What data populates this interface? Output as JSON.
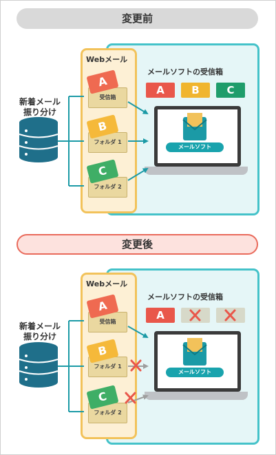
{
  "before": {
    "header": "変更前",
    "source_label": "新着メール\n振り分け",
    "webmail_title": "Webメール",
    "folders": [
      "受信箱",
      "フォルダ 1",
      "フォルダ 2"
    ],
    "envelopes": [
      "A",
      "B",
      "C"
    ],
    "inbox_title": "メールソフトの受信箱",
    "inbox_badges": [
      "A",
      "B",
      "C"
    ],
    "mail_software_label": "メールソフト"
  },
  "after": {
    "header": "変更後",
    "source_label": "新着メール\n振り分け",
    "webmail_title": "Webメール",
    "folders": [
      "受信箱",
      "フォルダ 1",
      "フォルダ 2"
    ],
    "envelopes": [
      "A",
      "B",
      "C"
    ],
    "inbox_title": "メールソフトの受信箱",
    "inbox_badges": [
      "A"
    ],
    "mail_software_label": "メールソフト"
  },
  "colors": {
    "envelope_a": "#ef6a51",
    "envelope_b": "#f5b93a",
    "envelope_c": "#3fae66",
    "badge_a": "#e9574a",
    "badge_b": "#f0b52e",
    "badge_c": "#1f9d6b",
    "arrow": "#1b9aa6",
    "blocked_arrow": "#9e9e9e",
    "cross": "#e9574a"
  }
}
